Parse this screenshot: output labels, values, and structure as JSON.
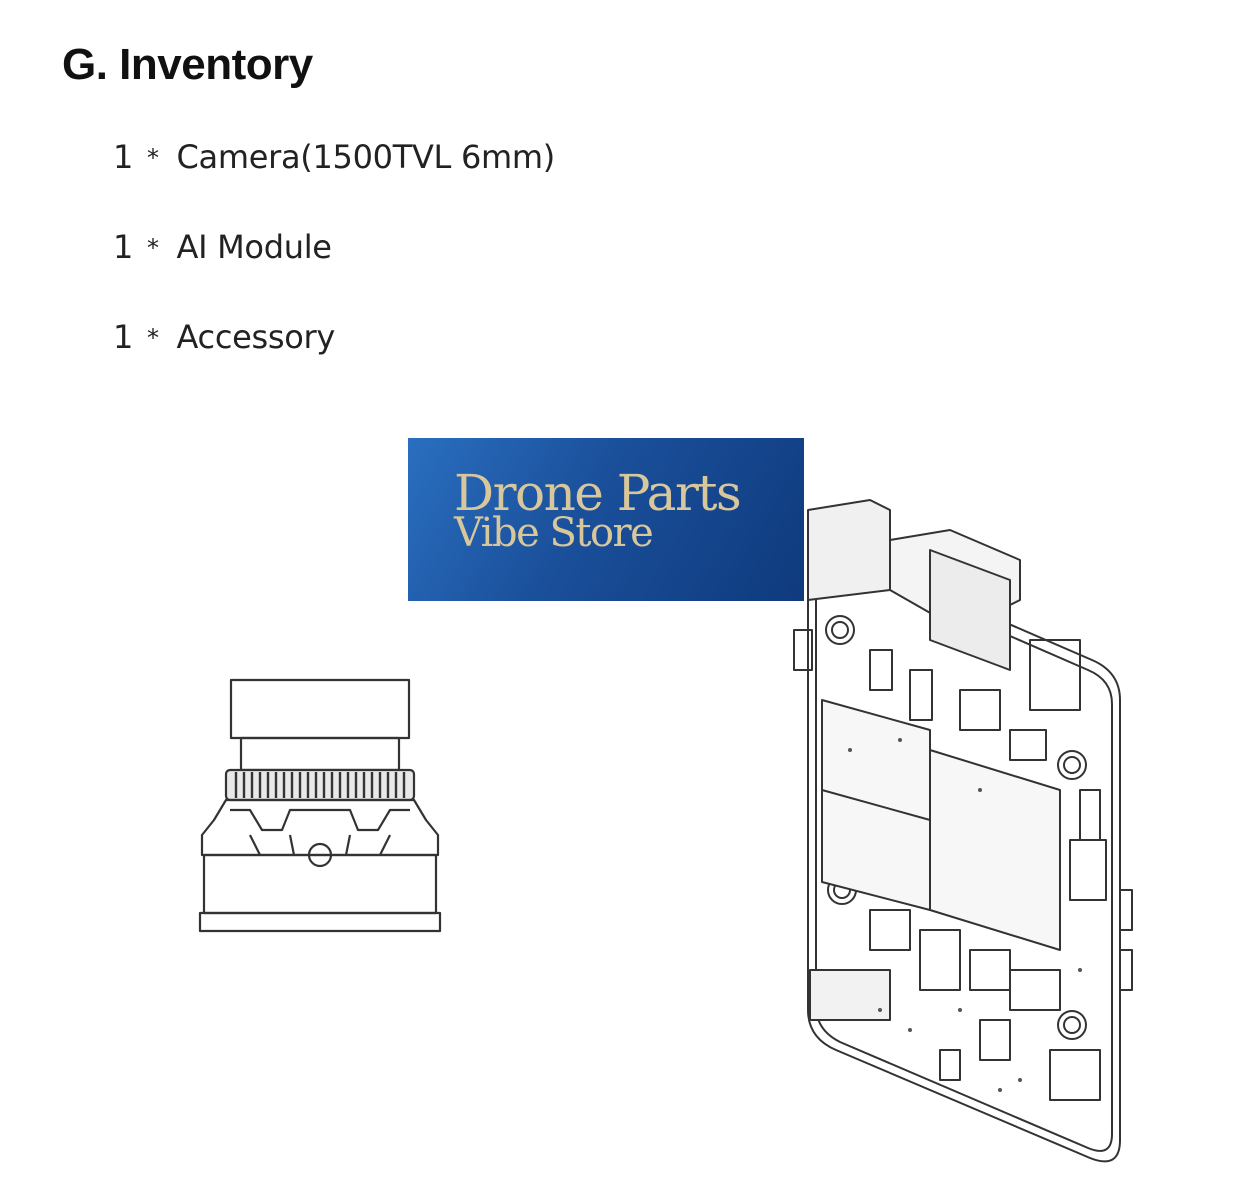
{
  "section": {
    "heading": "G. Inventory"
  },
  "inventory": [
    {
      "qty": "1",
      "separator": "*",
      "name": "Camera(1500TVL 6mm)"
    },
    {
      "qty": "1",
      "separator": "*",
      "name": "AI Module"
    },
    {
      "qty": "1",
      "separator": "*",
      "name": "Accessory"
    }
  ],
  "watermark": {
    "line1": "Drone Parts",
    "line2": "Vibe Store"
  },
  "icons": [
    "camera-drawing",
    "ai-module-board-drawing"
  ],
  "colors": {
    "banner": "#1a4f9a",
    "banner_text": "#d8c79a",
    "line_art": "#333333"
  }
}
